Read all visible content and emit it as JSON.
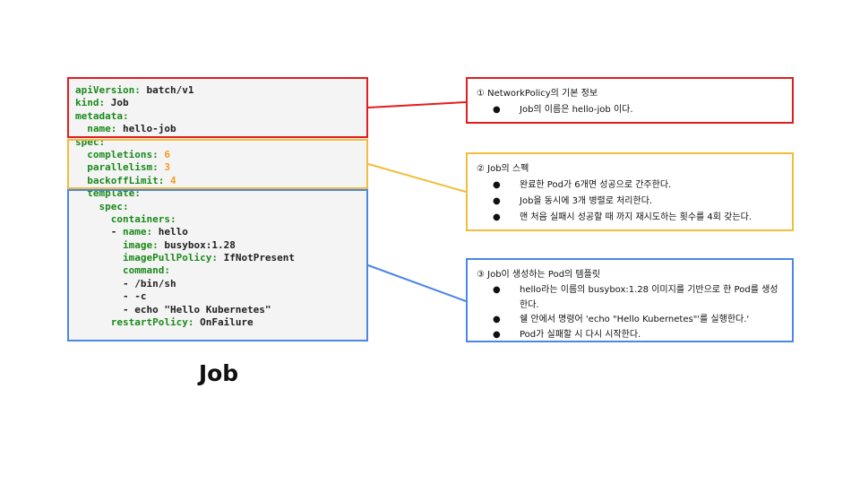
{
  "code_lines": [
    [
      {
        "t": "apiVersion: ",
        "c": "k"
      },
      {
        "t": "batch/v1",
        "c": "v"
      }
    ],
    [
      {
        "t": "kind: ",
        "c": "k"
      },
      {
        "t": "Job",
        "c": "v"
      }
    ],
    [
      {
        "t": "metadata:",
        "c": "k"
      }
    ],
    [
      {
        "t": "  name: ",
        "c": "k"
      },
      {
        "t": "hello-job",
        "c": "v"
      }
    ],
    [
      {
        "t": "spec:",
        "c": "k"
      }
    ],
    [
      {
        "t": "  completions: ",
        "c": "k"
      },
      {
        "t": "6",
        "c": "n"
      }
    ],
    [
      {
        "t": "  parallelism: ",
        "c": "k"
      },
      {
        "t": "3",
        "c": "n"
      }
    ],
    [
      {
        "t": "  backoffLimit: ",
        "c": "k"
      },
      {
        "t": "4",
        "c": "n"
      }
    ],
    [
      {
        "t": "  template:",
        "c": "k"
      }
    ],
    [
      {
        "t": "    spec:",
        "c": "k"
      }
    ],
    [
      {
        "t": "      containers:",
        "c": "k"
      }
    ],
    [
      {
        "t": "      - ",
        "c": "v"
      },
      {
        "t": "name: ",
        "c": "k"
      },
      {
        "t": "hello",
        "c": "v"
      }
    ],
    [
      {
        "t": "        image: ",
        "c": "k"
      },
      {
        "t": "busybox:1.28",
        "c": "v"
      }
    ],
    [
      {
        "t": "        imagePullPolicy: ",
        "c": "k"
      },
      {
        "t": "IfNotPresent",
        "c": "v"
      }
    ],
    [
      {
        "t": "        command:",
        "c": "k"
      }
    ],
    [
      {
        "t": "        - /bin/sh",
        "c": "v"
      }
    ],
    [
      {
        "t": "        - -c",
        "c": "v"
      }
    ],
    [
      {
        "t": "        - echo \"Hello Kubernetes\"",
        "c": "v"
      }
    ],
    [
      {
        "t": "      restartPolicy: ",
        "c": "k"
      },
      {
        "t": "OnFailure",
        "c": "v"
      }
    ]
  ],
  "notes": [
    {
      "title": "① NetworkPolicy의 기본 정보",
      "items": [
        "Job의 이름은 hello-job 이다."
      ]
    },
    {
      "title": "② Job의 스펙",
      "items": [
        "완료한 Pod가 6개면 성공으로 간주한다.",
        "Job을 동시에 3개 병렬로 처리한다.",
        "맨 처음 실패시 성공할 때 까지 재시도하는 횟수를 4회 갖는다."
      ]
    },
    {
      "title": "③ Job이 생성하는 Pod의 템플릿",
      "items": [
        "hello라는 이름의 busybox:1.28 이미지를 기반으로 한 Pod를 생성한다.",
        "쉘 안에서 명령어 'echo \"Hello Kubernetes\"'를 실행한다.'",
        "Pod가 실패할 시 다시 시작한다."
      ]
    }
  ],
  "bullet_symbol": "●",
  "caption": "Job",
  "colors": {
    "red": "#e11d1d",
    "yellow": "#f2bd3c",
    "blue": "#4a86e8",
    "key": "#1a8a1a",
    "number": "#f59a1f"
  }
}
